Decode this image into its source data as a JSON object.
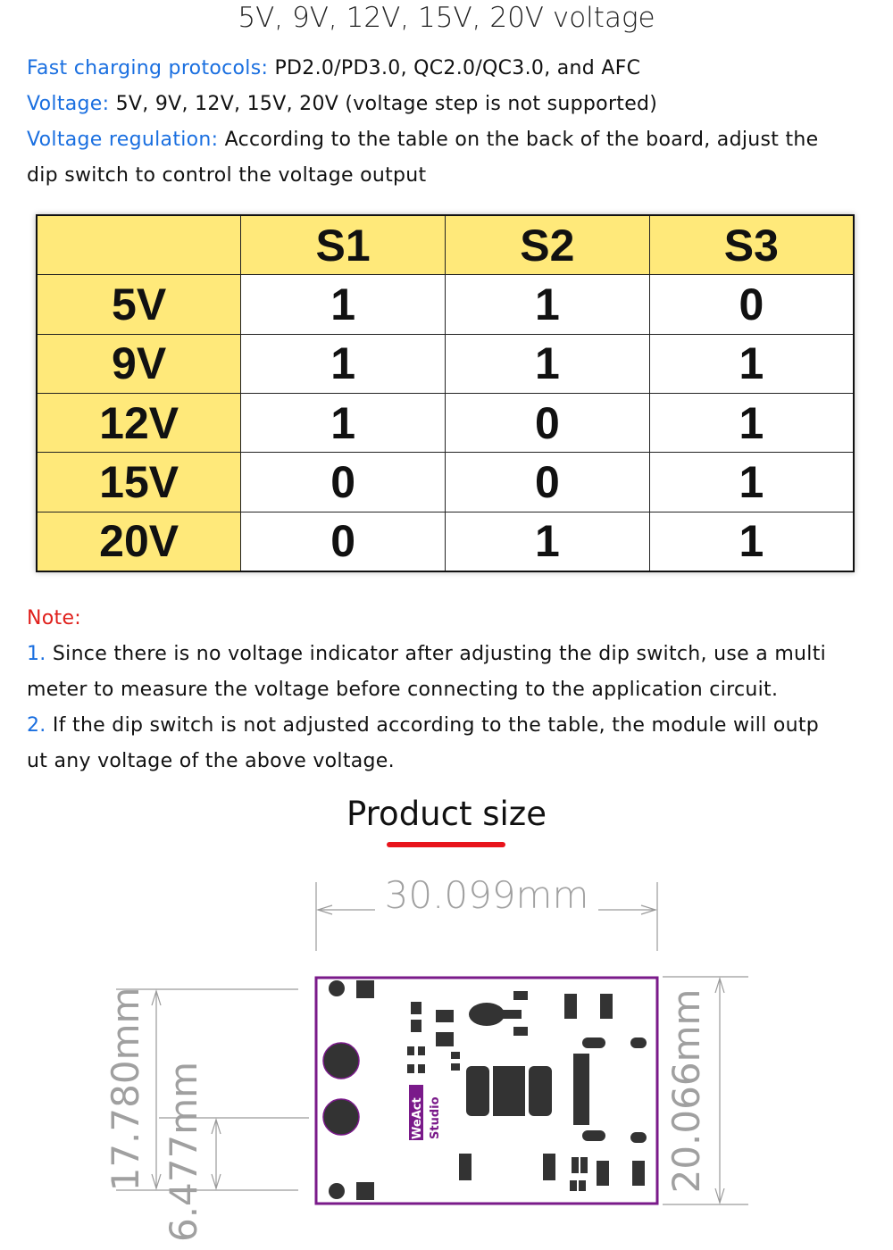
{
  "title": "5V, 9V, 12V, 15V, 20V voltage",
  "specs": [
    {
      "label": "Fast charging protocols:",
      "value": " PD2.0/PD3.0, QC2.0/QC3.0, and AFC"
    },
    {
      "label": "Voltage:",
      "value": " 5V, 9V, 12V, 15V, 20V (voltage step is not supported)"
    },
    {
      "label": "Voltage regulation:",
      "value": " According to the table on the back of the board, adjust the",
      "continuation": "dip switch to control the voltage output"
    }
  ],
  "table": {
    "headers": [
      "",
      "S1",
      "S2",
      "S3"
    ],
    "rows": [
      [
        "5V",
        "1",
        "1",
        "0"
      ],
      [
        "9V",
        "1",
        "1",
        "1"
      ],
      [
        "12V",
        "1",
        "0",
        "1"
      ],
      [
        "15V",
        "0",
        "0",
        "1"
      ],
      [
        "20V",
        "0",
        "1",
        "1"
      ]
    ]
  },
  "note": {
    "label": "Note:",
    "items": [
      {
        "num": "1.",
        "text": " Since there is no voltage indicator after adjusting the dip switch, use a multi",
        "continuation": "meter to measure the voltage before connecting to the application circuit."
      },
      {
        "num": "2.",
        "text": " If the dip switch is not adjusted according to the table, the module will outp",
        "continuation": "ut any voltage of the above voltage."
      }
    ]
  },
  "product_size": {
    "title": "Product size",
    "width_label": "30.099mm",
    "height_label": "20.066mm",
    "hole_span_label": "17.780mm",
    "offset_label": "6.477mm",
    "logo_text": [
      "WeAct",
      "Studio"
    ]
  },
  "colors": {
    "accent_blue": "#1a6fe0",
    "note_red": "#e0201c",
    "table_yellow": "#ffe97a",
    "board_purple": "#7a1a8a"
  }
}
